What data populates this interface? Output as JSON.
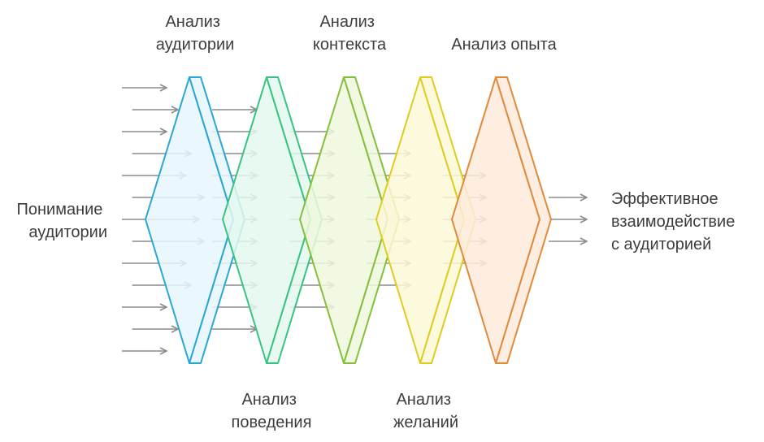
{
  "input_label": [
    "Понимание",
    "аудитории"
  ],
  "output_label": [
    "Эффективное",
    "взаимодействие",
    "с аудиторией"
  ],
  "stages": [
    {
      "label": [
        "Анализ",
        "аудитории"
      ],
      "stroke": "#2aa7d4",
      "fill": "#e6f6fc"
    },
    {
      "label": [
        "Анализ",
        "поведения"
      ],
      "stroke": "#37c482",
      "fill": "#e4f8ee"
    },
    {
      "label": [
        "Анализ",
        "контекста"
      ],
      "stroke": "#86bf3b",
      "fill": "#eef8dd"
    },
    {
      "label": [
        "Анализ",
        "желаний"
      ],
      "stroke": "#dccd20",
      "fill": "#fcf8d6"
    },
    {
      "label": [
        "Анализ опыта"
      ],
      "stroke": "#e08a3a",
      "fill": "#fdebdc"
    }
  ],
  "colors": {
    "text": "#3d3d3d",
    "arrow": "#8c8c8c"
  },
  "arrow_counts": {
    "before": 13,
    "between": [
      11,
      9,
      7,
      5
    ],
    "after": 3
  }
}
